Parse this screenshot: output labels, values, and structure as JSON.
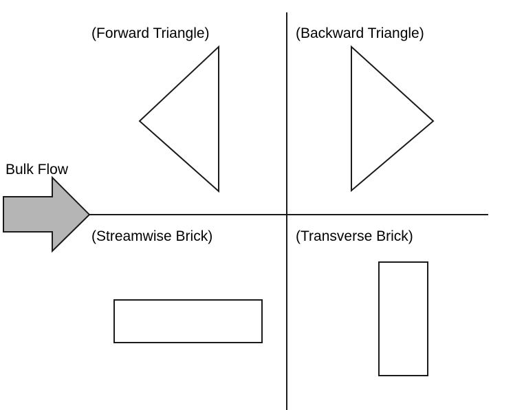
{
  "diagram": {
    "bulk_flow": {
      "label": "Bulk Flow"
    },
    "quadrants": {
      "top_left": {
        "label": "(Forward Triangle)",
        "shape": "left-pointing-triangle"
      },
      "top_right": {
        "label": "(Backward Triangle)",
        "shape": "right-pointing-triangle"
      },
      "bottom_left": {
        "label": "(Streamwise Brick)",
        "shape": "horizontal-rectangle"
      },
      "bottom_right": {
        "label": "(Transverse Brick)",
        "shape": "vertical-rectangle"
      }
    },
    "colors": {
      "arrow_fill": "#b5b5b5",
      "stroke": "#1a1a1a",
      "text": "#000000",
      "background": "#ffffff"
    }
  }
}
